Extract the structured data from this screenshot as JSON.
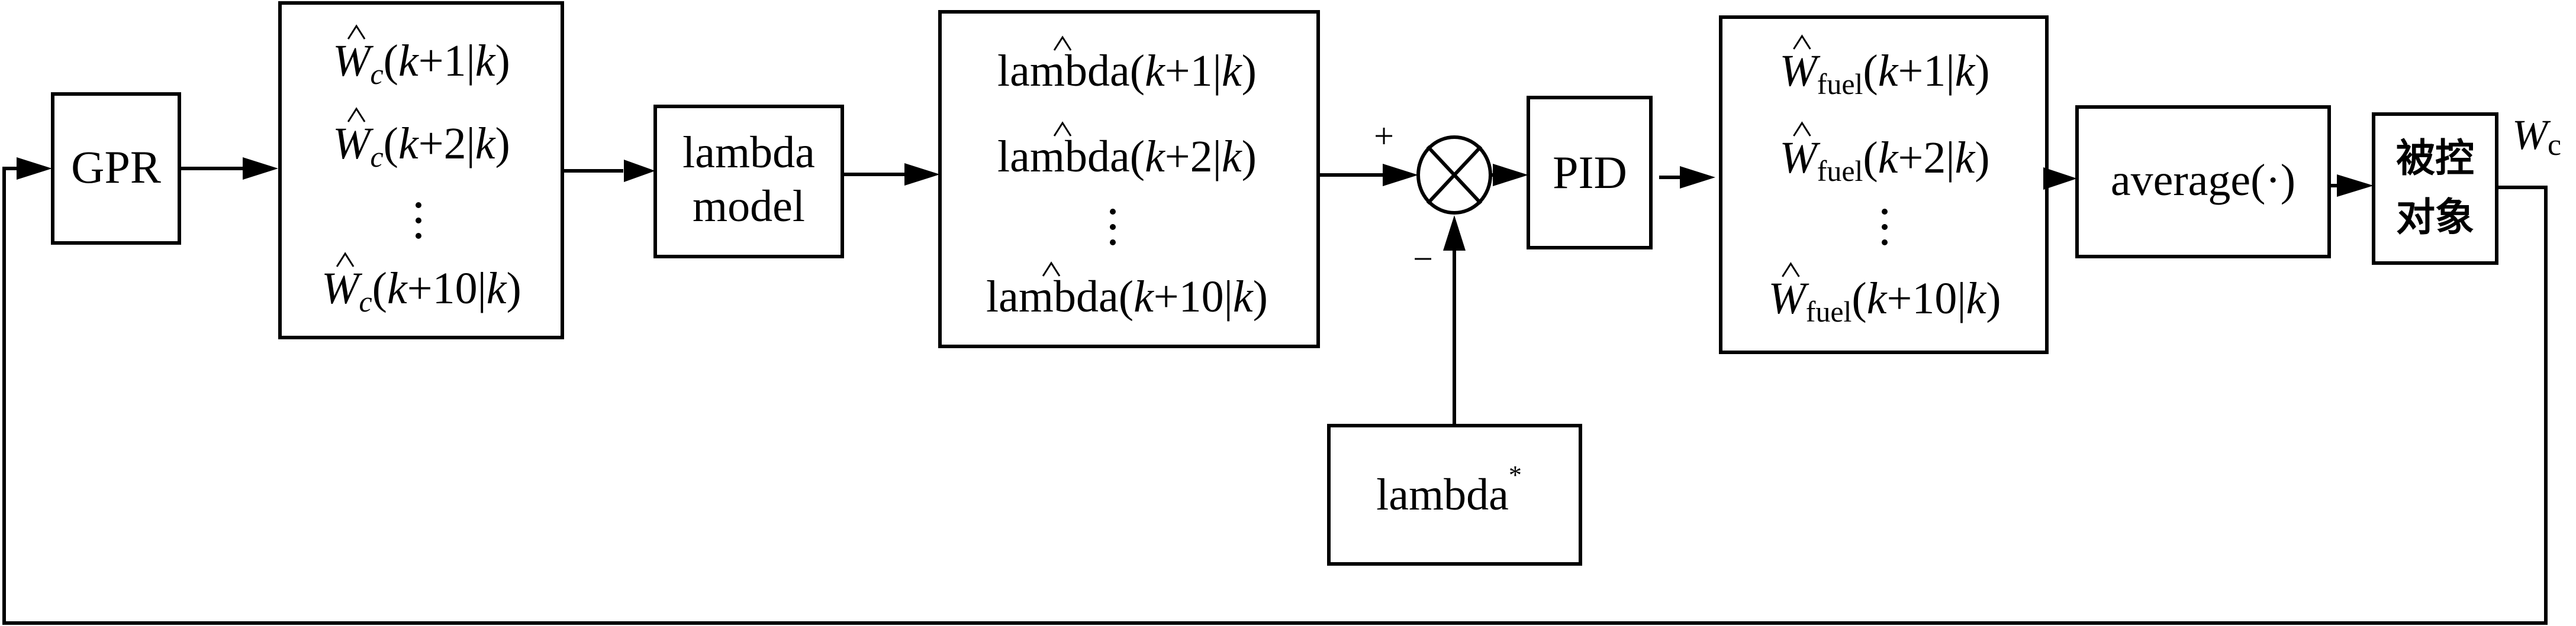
{
  "diagram": {
    "type": "control-block-diagram",
    "colors": {
      "stroke": "#000000",
      "background": "#ffffff"
    },
    "blocks": {
      "gpr": {
        "label": "GPR"
      },
      "wc_pred": {
        "symbol": "W",
        "subscript": "c",
        "rows": [
          "(k+1|k)",
          "(k+2|k)",
          "(k+10|k)"
        ],
        "row_parts": [
          {
            "open": "(",
            "k1": "k",
            "plus": "+",
            "n": "1",
            "bar": "|",
            "k2": "k",
            "close": ")"
          },
          {
            "open": "(",
            "k1": "k",
            "plus": "+",
            "n": "2",
            "bar": "|",
            "k2": "k",
            "close": ")"
          },
          {
            "open": "(",
            "k1": "k",
            "plus": "+",
            "n": "10",
            "bar": "|",
            "k2": "k",
            "close": ")"
          }
        ],
        "ellipsis": "⋮",
        "hat": "^"
      },
      "lambda_model": {
        "line1": "lambda",
        "line2": "model"
      },
      "lambda_pred": {
        "symbol": "lambda",
        "row_parts": [
          {
            "open": "(",
            "k1": "k",
            "plus": "+",
            "n": "1",
            "bar": "|",
            "k2": "k",
            "close": ")"
          },
          {
            "open": "(",
            "k1": "k",
            "plus": "+",
            "n": "2",
            "bar": "|",
            "k2": "k",
            "close": ")"
          },
          {
            "open": "(",
            "k1": "k",
            "plus": "+",
            "n": "10",
            "bar": "|",
            "k2": "k",
            "close": ")"
          }
        ],
        "hat": "^"
      },
      "summing_junction": {
        "plus_sign": "+",
        "minus_sign": "−",
        "symbol": "⊗"
      },
      "lambda_ref": {
        "label": "lambda",
        "superscript": "*"
      },
      "pid": {
        "label": "PID"
      },
      "wfuel_pred": {
        "symbol": "W",
        "subscript": "fuel",
        "row_parts": [
          {
            "open": "(",
            "k1": "k",
            "plus": "+",
            "n": "1",
            "bar": "|",
            "k2": "k",
            "close": ")"
          },
          {
            "open": "(",
            "k1": "k",
            "plus": "+",
            "n": "2",
            "bar": "|",
            "k2": "k",
            "close": ")"
          },
          {
            "open": "(",
            "k1": "k",
            "plus": "+",
            "n": "10",
            "bar": "|",
            "k2": "k",
            "close": ")"
          }
        ],
        "hat": "^"
      },
      "average": {
        "label": "average(·)"
      },
      "plant": {
        "line1": "被控",
        "line2": "对象"
      }
    },
    "output_label": {
      "symbol": "W",
      "subscript": "c"
    },
    "connections": [
      "feedback → GPR",
      "GPR → W_c predictions",
      "W_c predictions → lambda model",
      "lambda model → lambda predictions",
      "lambda predictions → summing junction (+)",
      "lambda* → summing junction (−)",
      "summing junction → PID",
      "PID → W_fuel predictions",
      "W_fuel predictions → average(·)",
      "average(·) → 被控对象",
      "被控对象 → W_c (feedback)"
    ]
  }
}
